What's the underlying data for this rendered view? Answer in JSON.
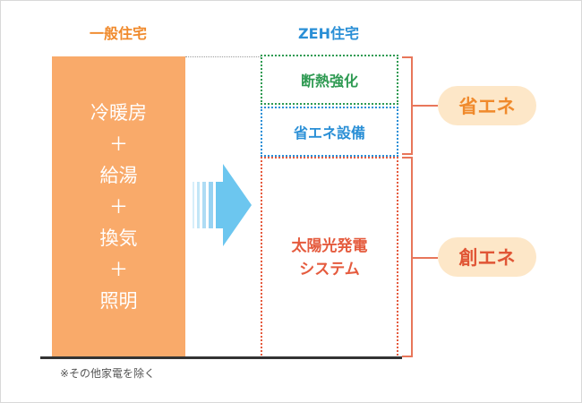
{
  "headers": {
    "general": "一般住宅",
    "zeh": "ZEH住宅"
  },
  "general_lines": [
    "冷暖房",
    "＋",
    "給湯",
    "＋",
    "換気",
    "＋",
    "照明"
  ],
  "zeh_boxes": {
    "dannetsu": "断熱強化",
    "setsubi": "省エネ設備",
    "solar_line1": "太陽光発電",
    "solar_line2": "システム"
  },
  "labels": {
    "shou_ene": "省エネ",
    "sou_ene": "創エネ"
  },
  "footnote": "※その他家電を除く",
  "colors": {
    "orange_block": "#f9aa6a",
    "orange_text": "#f08a2c",
    "blue": "#2a8fd6",
    "green": "#2e9a52",
    "red": "#e55b3e",
    "pill_bg": "#fde7c8",
    "arrow": "#6cc6ef"
  },
  "icons": {
    "transition_arrow": "right-arrow-icon"
  }
}
